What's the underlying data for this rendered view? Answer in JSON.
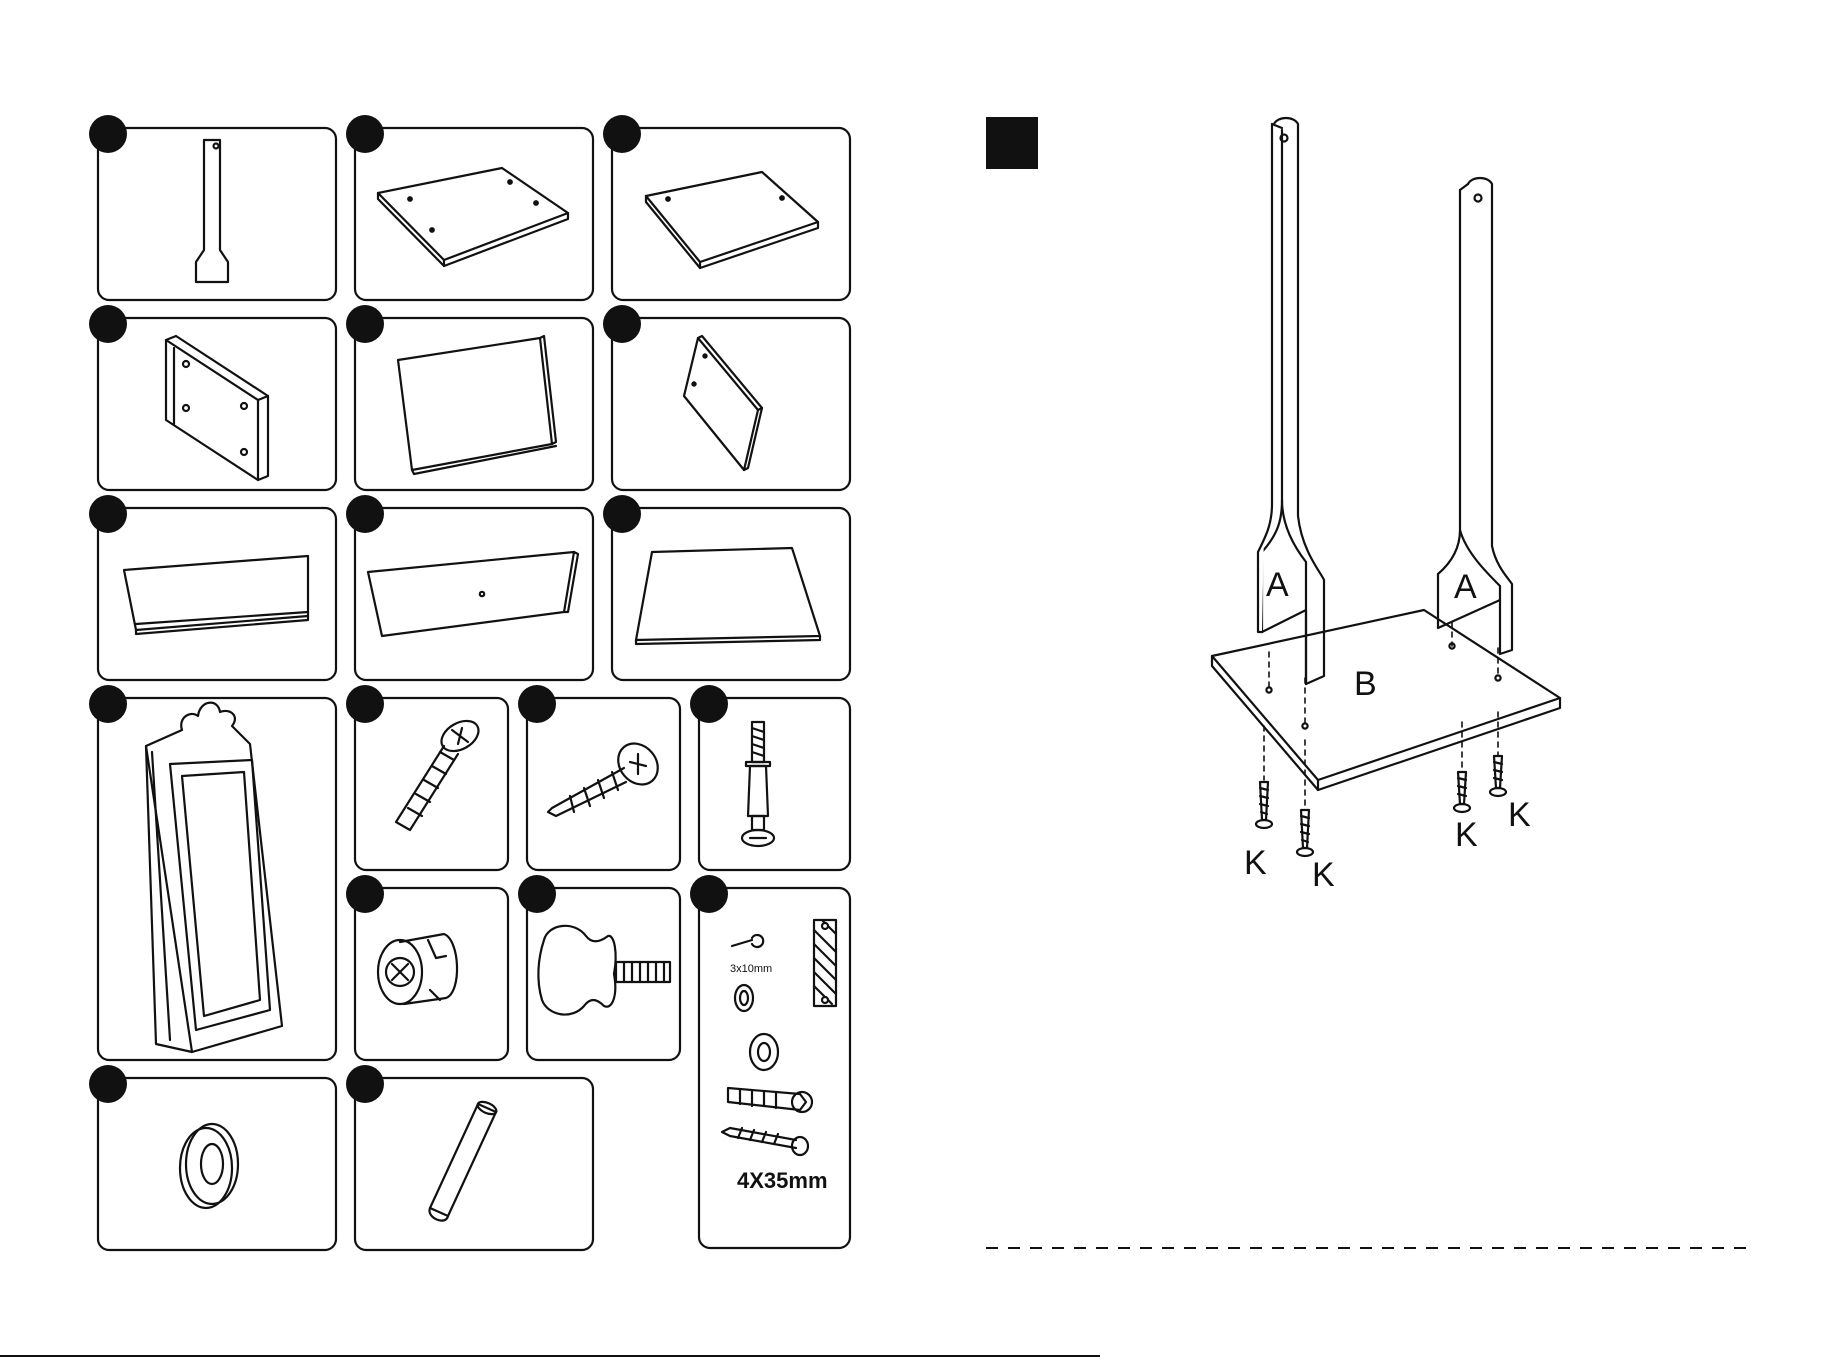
{
  "parts_list": {
    "cells": [
      {
        "id": "part-a-leg"
      },
      {
        "id": "part-b-base-board"
      },
      {
        "id": "part-c-board"
      },
      {
        "id": "part-d-side-block"
      },
      {
        "id": "part-e-panel"
      },
      {
        "id": "part-f-narrow-panel"
      },
      {
        "id": "part-g-strip"
      },
      {
        "id": "part-h-strip-hole"
      },
      {
        "id": "part-i-shelf"
      },
      {
        "id": "part-j-mirror-frame"
      },
      {
        "id": "part-k-bolt"
      },
      {
        "id": "part-l-wood-screw"
      },
      {
        "id": "part-m-cam-bolt"
      },
      {
        "id": "part-n-cam-lock"
      },
      {
        "id": "part-o-knob"
      },
      {
        "id": "part-p-wall-kit"
      },
      {
        "id": "part-q-washer"
      },
      {
        "id": "part-r-dowel"
      }
    ],
    "wall_kit": {
      "small_screw_size": "3x10mm",
      "large_screw_size": "4X35mm"
    }
  },
  "assembly": {
    "step_marker": "",
    "labels": {
      "leg_left": "A",
      "leg_right": "A",
      "base": "B",
      "screw_1": "K",
      "screw_2": "K",
      "screw_3": "K",
      "screw_4": "K"
    }
  }
}
